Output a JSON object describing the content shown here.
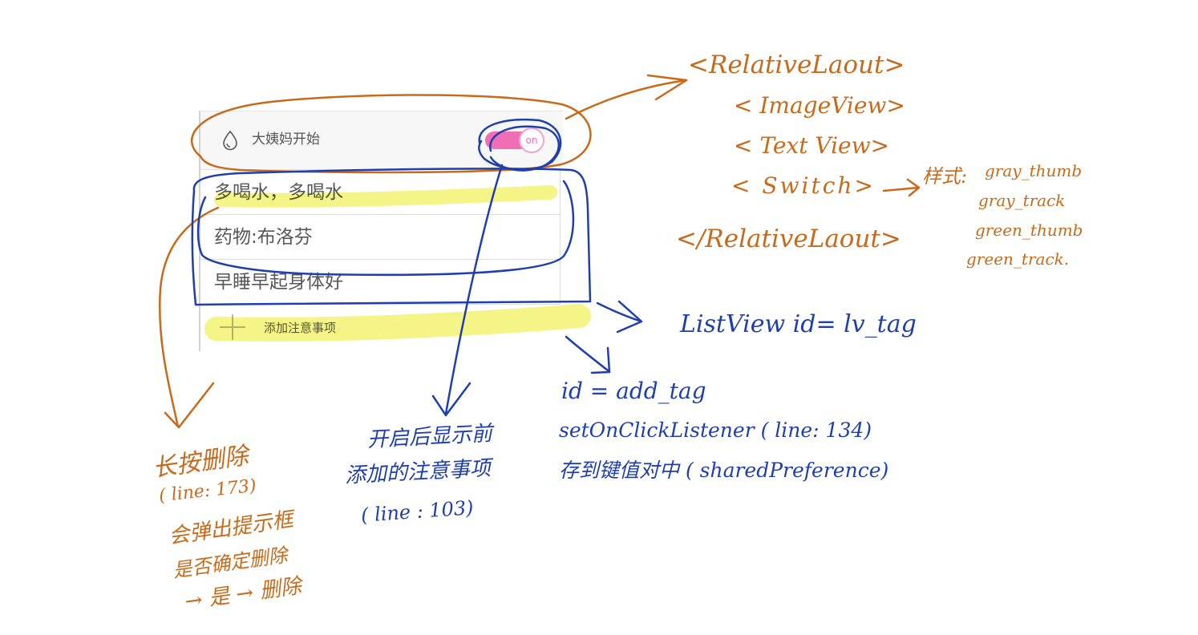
{
  "ui": {
    "header": {
      "icon": "water-drop-icon",
      "title": "大姨妈开始",
      "switch_label": "on",
      "switch_on": true
    },
    "list_items": [
      "多喝水，多喝水",
      "药物:布洛芬",
      "早睡早起身体好"
    ],
    "add_row": {
      "icon": "plus-icon",
      "label": "添加注意事项"
    }
  },
  "annotations": {
    "layout_structure": {
      "open_tag": "<RelativeLaout>",
      "children": [
        "< ImageView>",
        "< Text View>",
        "< Switch>"
      ],
      "close_tag": "</RelativeLaout>"
    },
    "switch_style": {
      "label": "样式:",
      "drawables": [
        "gray_thumb",
        "gray_track",
        "green_thumb",
        "green_track."
      ]
    },
    "list_view": "ListView  id= lv_tag",
    "add_tag_notes": [
      "id = add_tag",
      "setOnClickListener ( line: 134)",
      "存到键值对中 ( sharedPreference)"
    ],
    "switch_notes": [
      "开启后显示前",
      "添加的注意事项",
      "( line : 103)"
    ],
    "long_press_notes": [
      "长按删除",
      "( line: 173)",
      "会弹出提示框",
      "是否确定删除",
      "→ 是 → 删除"
    ]
  },
  "colors": {
    "annotation_orange": "#c96a1b",
    "annotation_blue": "#1f3fae",
    "highlighter_yellow": "#f3f37a",
    "switch_pink": "#f06eb4"
  }
}
